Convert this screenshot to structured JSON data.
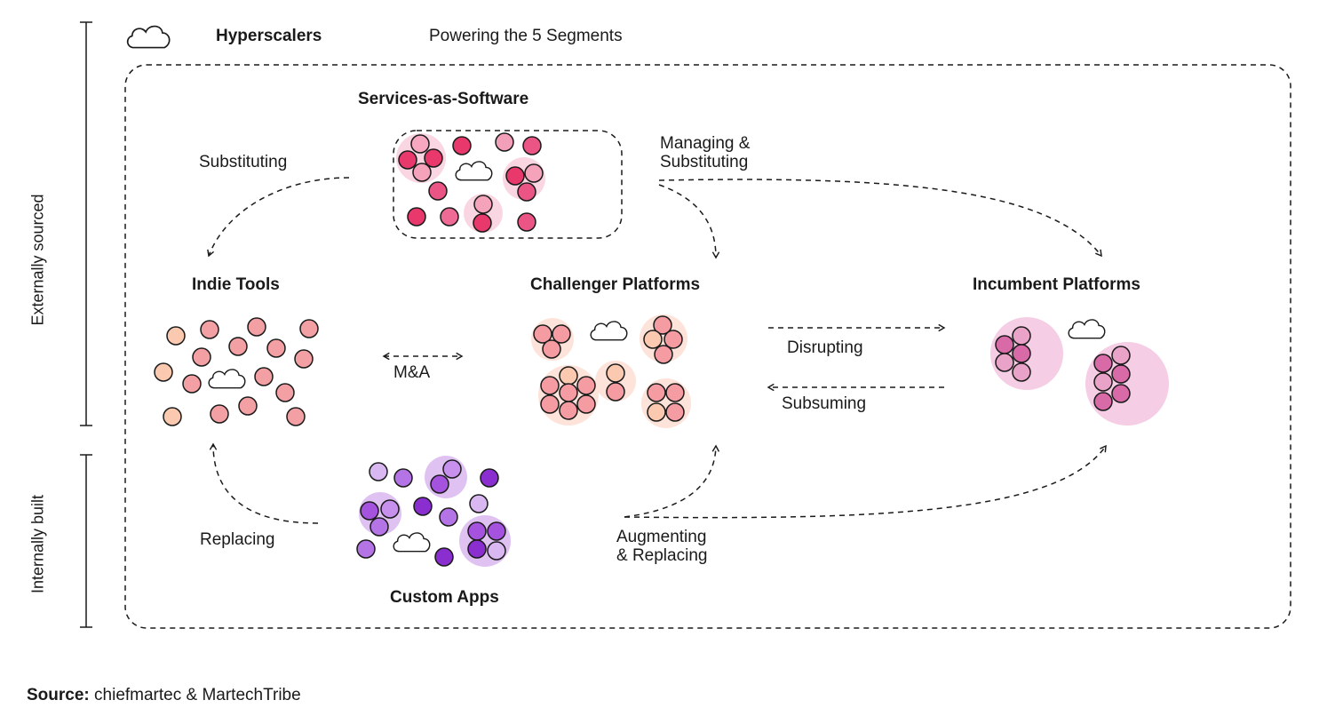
{
  "header": {
    "hyperscalers": "Hyperscalers",
    "powering": "Powering the 5 Segments"
  },
  "axis": {
    "externally": "Externally sourced",
    "internally": "Internally built"
  },
  "segments": {
    "services": "Services-as-Software",
    "indie": "Indie Tools",
    "challenger": "Challenger Platforms",
    "incumbent": "Incumbent Platforms",
    "custom": "Custom Apps"
  },
  "relations": {
    "substituting": "Substituting",
    "managing_line1": "Managing &",
    "managing_line2": "Substituting",
    "ma": "M&A",
    "disrupting": "Disrupting",
    "subsuming": "Subsuming",
    "replacing": "Replacing",
    "augmenting_line1": "Augmenting",
    "augmenting_line2": "& Replacing"
  },
  "source": {
    "label": "Source:",
    "text": "chiefmartec & MartechTribe"
  },
  "colors": {
    "services_dot": "#e8427a",
    "indie_dot": "#f09aa8",
    "challenger_dot": "#f29aa6",
    "incumbent_dot": "#d96aa8",
    "custom_dot": "#9b3fd6",
    "outline": "#1a1a1a"
  }
}
